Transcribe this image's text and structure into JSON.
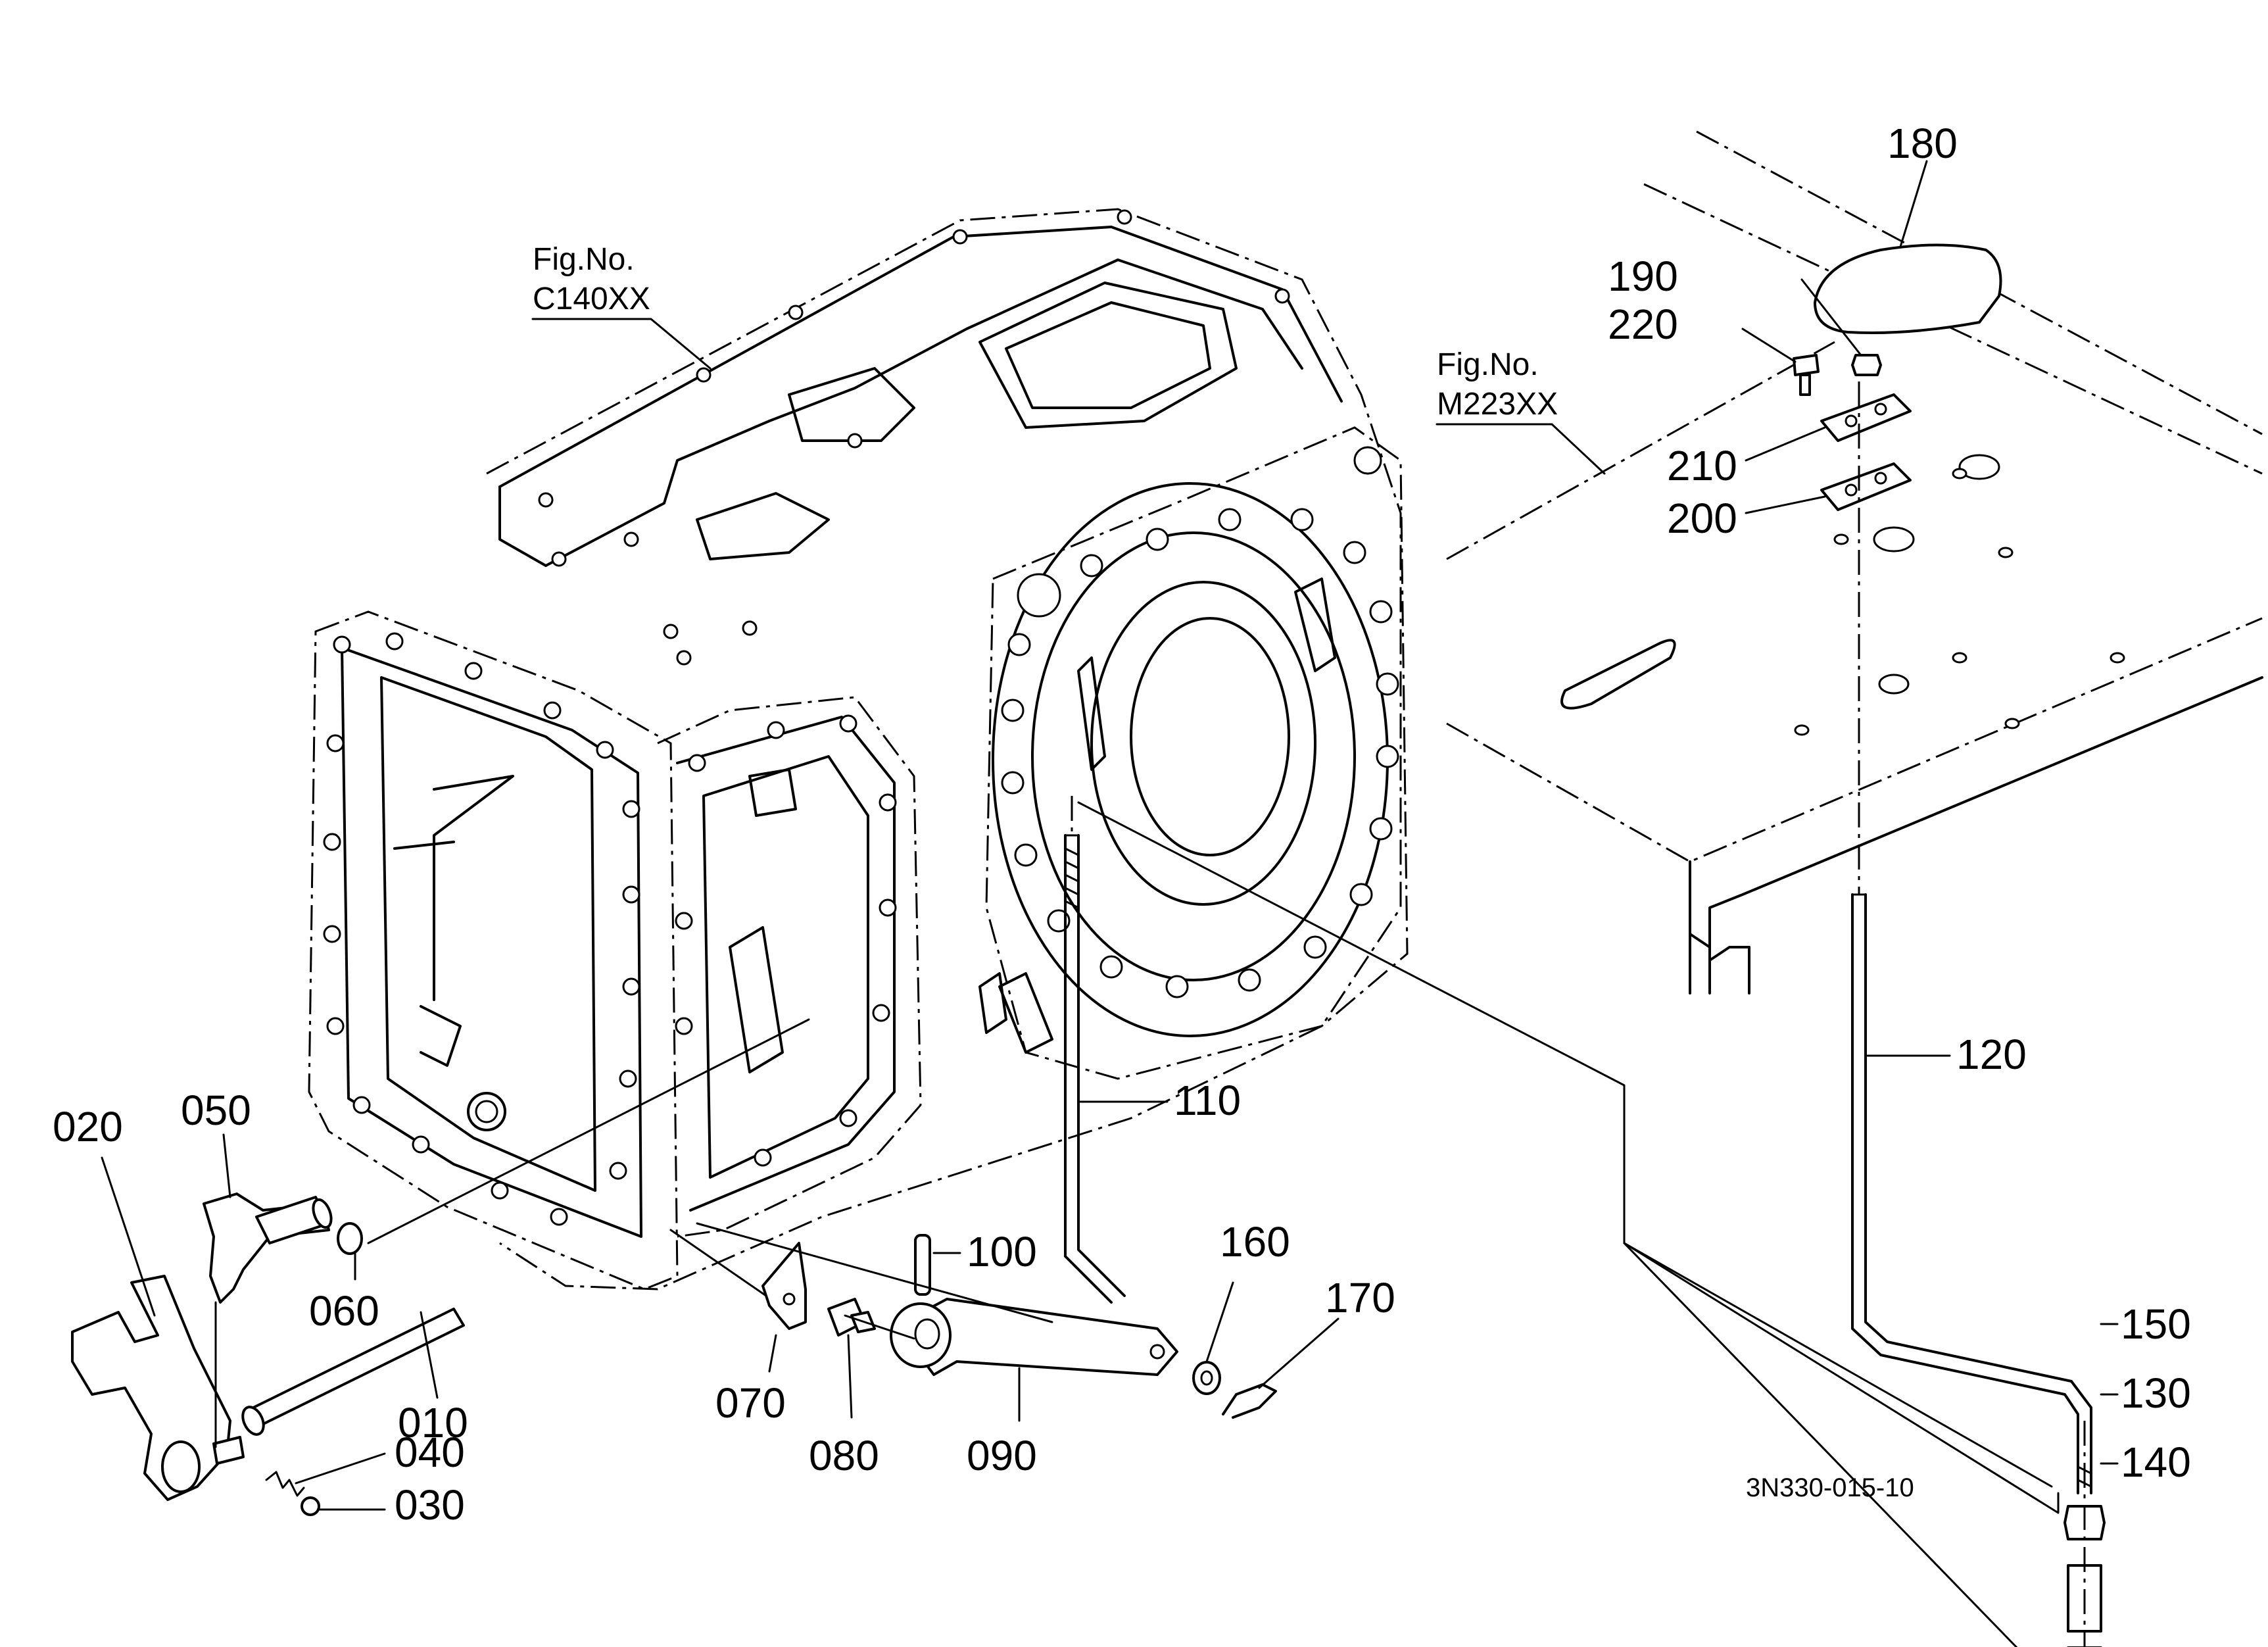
{
  "references": {
    "case_ref_line1": "Fig.No.",
    "case_ref_line2": "C140XX",
    "plate_ref_line1": "Fig.No.",
    "plate_ref_line2": "M223XX"
  },
  "parts": {
    "p010": "010",
    "p020": "020",
    "p030": "030",
    "p040": "040",
    "p050": "050",
    "p060": "060",
    "p070": "070",
    "p080": "080",
    "p090": "090",
    "p100": "100",
    "p110": "110",
    "p120": "120",
    "p130": "130",
    "p140": "140",
    "p150": "150",
    "p160": "160",
    "p170": "170",
    "p180": "180",
    "p190": "190",
    "p200": "200",
    "p210": "210",
    "p220": "220"
  },
  "drawing_code": "3N330-015-10"
}
